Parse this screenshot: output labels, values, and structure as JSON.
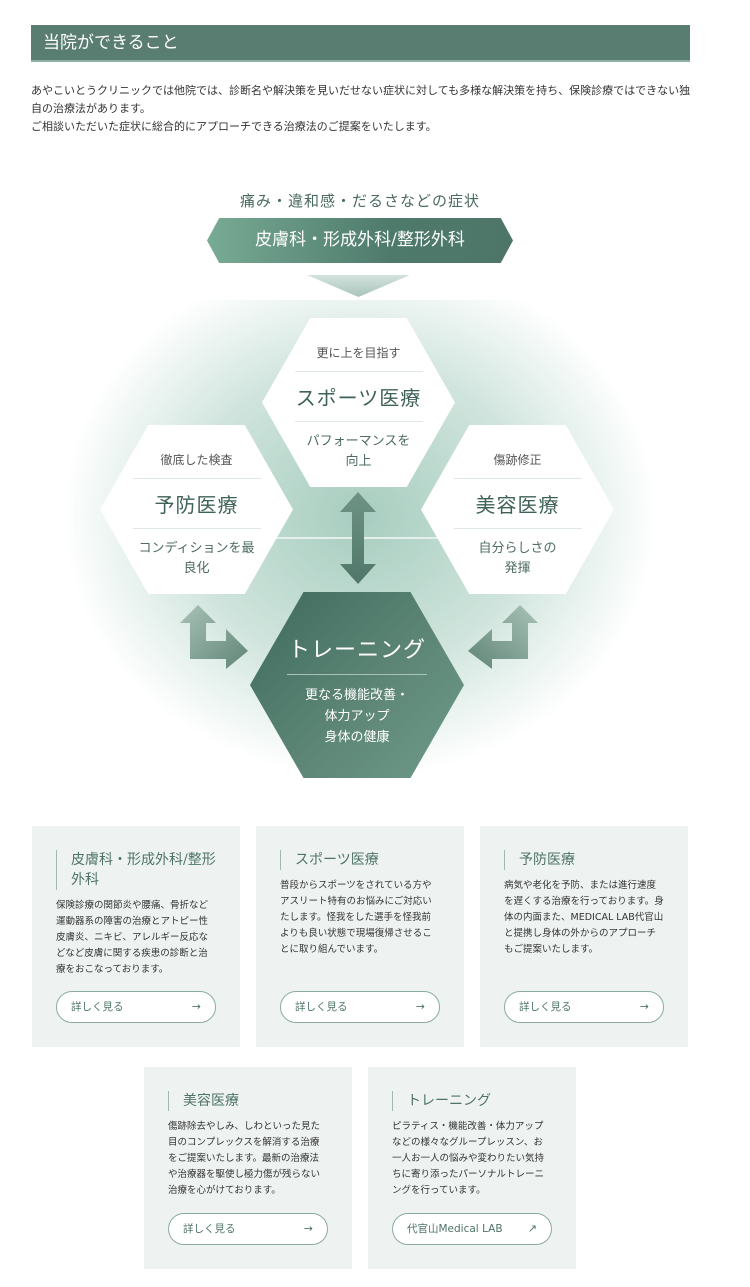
{
  "heading": "当院ができること",
  "intro": [
    "あやこいとうクリニックでは他院では、診断名や解決策を見いだせない症状に対しても多様な解決策を持ち、保険診療ではできない独自の治療法があります。",
    "ご相談いただいた症状に総合的にアプローチできる治療法のご提案をいたします。"
  ],
  "diagram": {
    "symptoms": "痛み・違和感・だるさなどの症状",
    "banner": "皮膚科・形成外科/整形外科",
    "sports": {
      "top": "更に上を目指す",
      "title": "スポーツ医療",
      "bottom": "パフォーマンスを向上"
    },
    "prevent": {
      "top": "徹底した検査",
      "title": "予防医療",
      "bottom": "コンディションを最良化"
    },
    "beauty": {
      "top": "傷跡修正",
      "title": "美容医療",
      "bottom": "自分らしさの発揮"
    },
    "training": {
      "title": "トレーニング",
      "l1": "更なる機能改善・",
      "l2": "体力アップ",
      "l3": "身体の健康"
    }
  },
  "cards": [
    {
      "title": "皮膚科・形成外科/整形外科",
      "text": "保険診療の関節炎や腰痛、骨折など運動器系の障害の治療とアトピー性皮膚炎、ニキビ、アレルギー反応などなど皮膚に関する疾患の診断と治療をおこなっております。",
      "button": "詳しく見る"
    },
    {
      "title": "スポーツ医療",
      "text": "普段からスポーツをされている方やアスリート特有のお悩みにご対応いたします。怪我をした選手を怪我前よりも良い状態で現場復帰させることに取り組んでいます。",
      "button": "詳しく見る"
    },
    {
      "title": "予防医療",
      "text": "病気や老化を予防、または進行速度を遅くする治療を行っております。身体の内面また、MEDICAL LAB代官山と提携し身体の外からのアプローチもご提案いたします。",
      "button": "詳しく見る"
    },
    {
      "title": "美容医療",
      "text": "傷跡除去やしみ、しわといった見た目のコンプレックスを解消する治療をご提案いたします。最新の治療法や治療器を駆使し極力傷が残らない治療を心がけております。",
      "button": "詳しく見る"
    },
    {
      "title": "トレーニング",
      "text": "ピラティス・機能改善・体力アップなどの様々なグループレッスン、お一人お一人の悩みや変わりたい気持ちに寄り添ったパーソナルトレーニングを行っています。",
      "button": "代官山Medical LAB"
    }
  ]
}
